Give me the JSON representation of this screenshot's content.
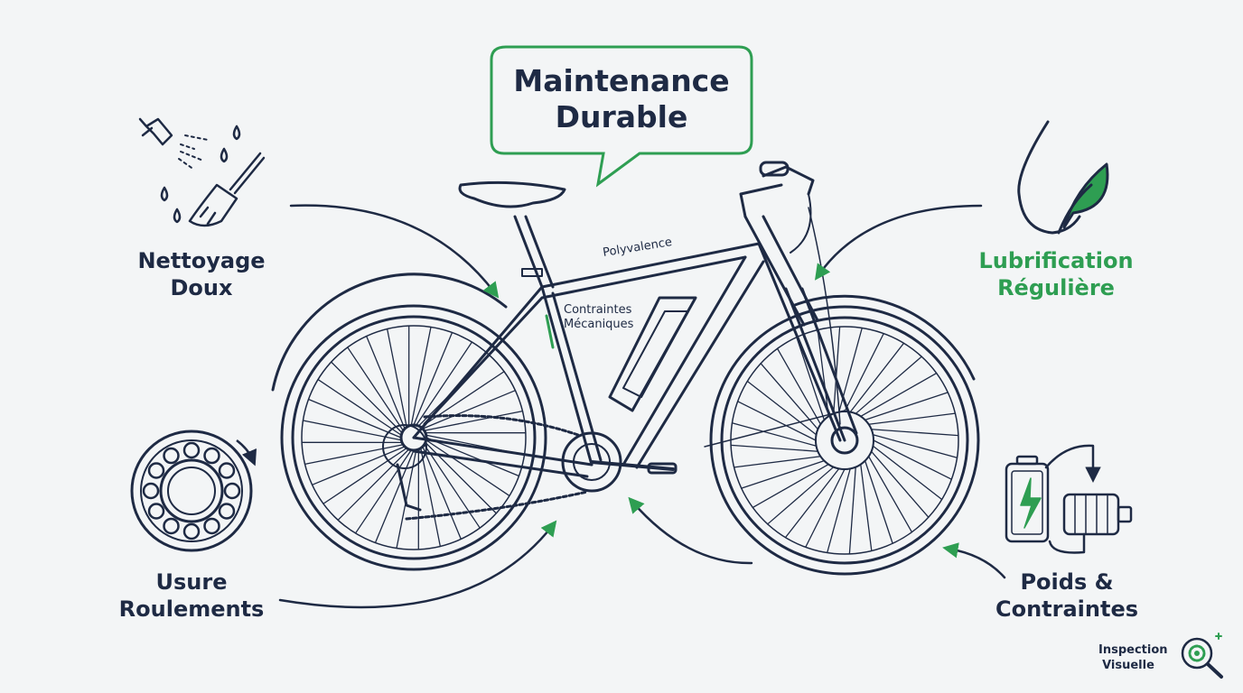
{
  "colors": {
    "ink": "#1e2a44",
    "accent_green": "#2e9e52",
    "background": "#f3f5f6"
  },
  "title": {
    "line1": "Maintenance",
    "line2": "Durable"
  },
  "labels": {
    "nettoyage": {
      "line1": "Nettoyage",
      "line2": "Doux",
      "icon": "spray-brush-icon"
    },
    "lubrification": {
      "line1": "Lubrification",
      "line2": "Régulière",
      "icon": "drop-leaf-icon"
    },
    "usure": {
      "line1": "Usure",
      "line2": "Roulements",
      "icon": "bearing-icon"
    },
    "poids": {
      "line1": "Poids &",
      "line2": "Contraintes",
      "icon": "battery-motor-icon"
    }
  },
  "bike_annotations": {
    "polyvalence": "Polyvalence",
    "contraintes_line1": "Contraintes",
    "contraintes_line2": "Mécaniques"
  },
  "inspection": {
    "line1": "Inspection",
    "line2": "Visuelle",
    "icon": "magnifier-gear-icon"
  }
}
